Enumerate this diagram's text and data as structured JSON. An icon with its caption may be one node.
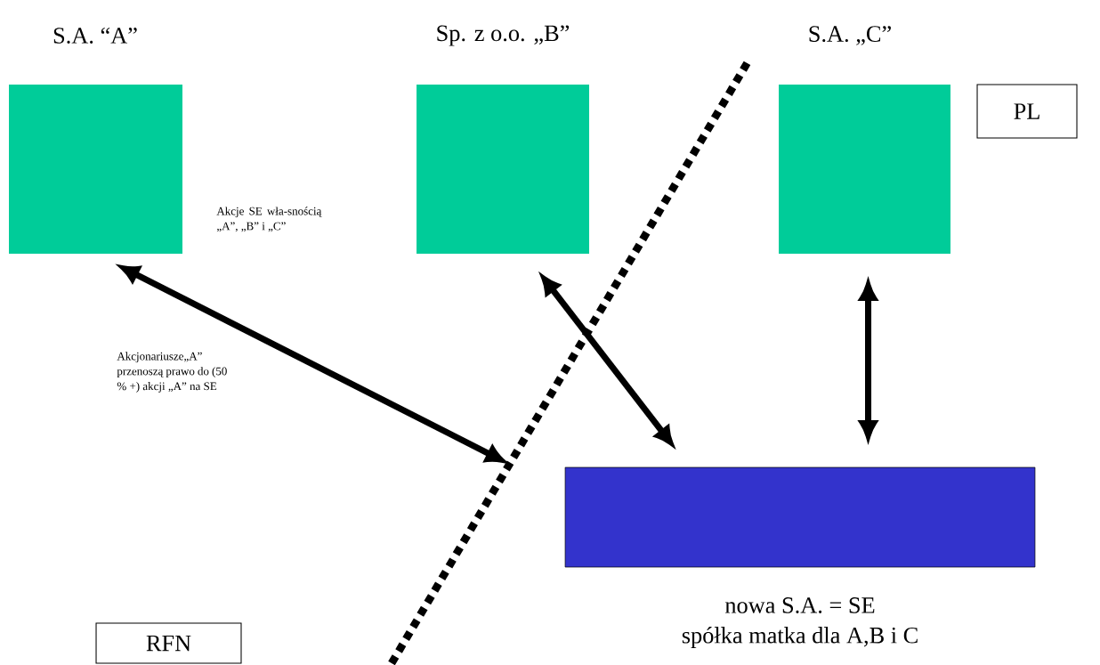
{
  "diagram": {
    "nodes": [
      {
        "text": [
          "S.A. “A”"
        ]
      },
      {
        "text": [
          "Sp. z o.o. „B”"
        ]
      },
      {
        "text": [
          "S.A. „C”"
        ]
      },
      {
        "text": [
          "PL"
        ]
      },
      {
        "text": [],
        "shape": "box",
        "beside": [
          "nowa S.A. = SE",
          "spółka matka dla A,B i C"
        ]
      },
      {
        "text": [
          "RFN"
        ]
      }
    ],
    "edges": [
      {
        "from": 0,
        "to": 4,
        "arrow": "both"
      },
      {
        "from": 1,
        "to": 4,
        "arrow": "both"
      },
      {
        "from": 2,
        "to": 4,
        "arrow": "both"
      }
    ],
    "labels": [
      "Akcje SE wła-snością „A”, „B” i „C”",
      "Akcjonariusze„A” przenoszą prawo do (50 % +) akcji „A” na SE"
    ]
  }
}
